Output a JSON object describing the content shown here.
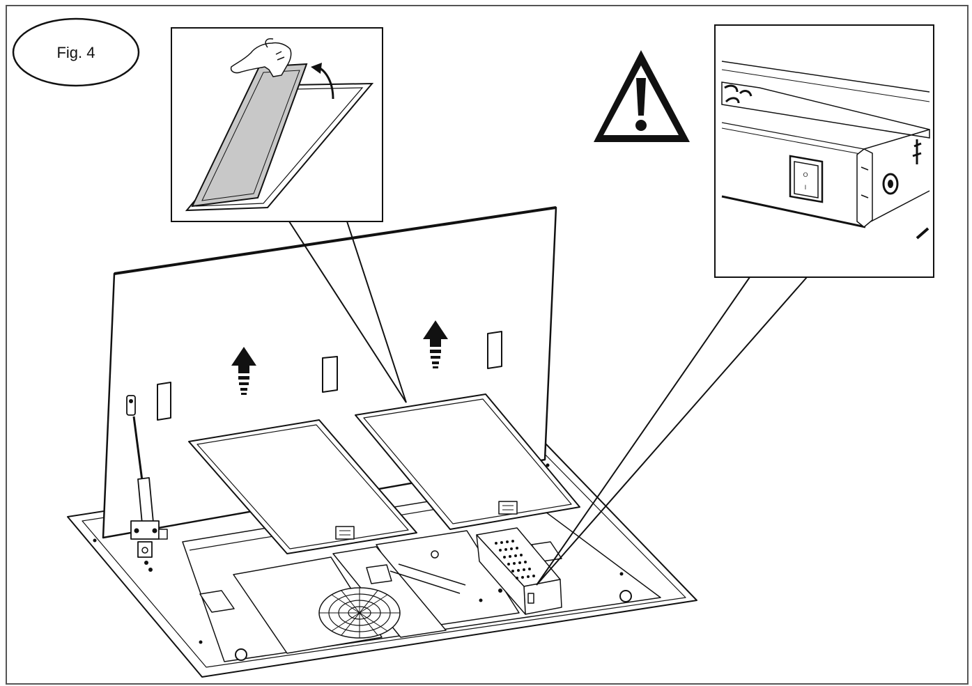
{
  "figure": {
    "label": "Fig. 4"
  },
  "switch": {
    "mark_off": "O",
    "mark_on": "I"
  },
  "colors": {
    "line": "#111111",
    "filter_fill": "#c8c8c8",
    "panel_fill": "#ffffff",
    "warning_fill": "#111111"
  },
  "icons": [
    "warning-icon",
    "up-arrow-icon",
    "hand-icon",
    "rotate-arrow-icon",
    "rocker-switch-icon",
    "fan-grille-icon"
  ]
}
